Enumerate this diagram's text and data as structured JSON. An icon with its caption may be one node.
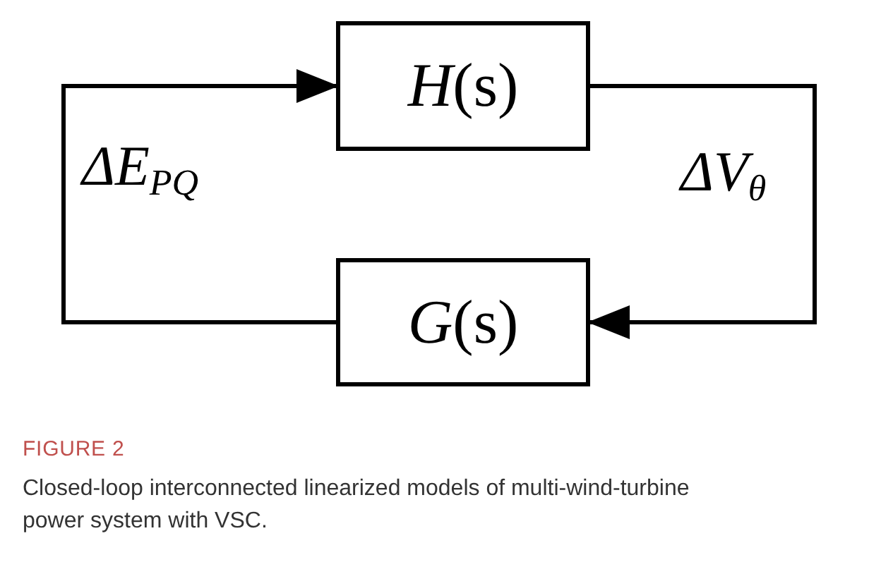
{
  "diagram": {
    "nodes": [
      {
        "text": [
          "*H*(s)"
        ]
      },
      {
        "text": [
          "*G*(s)"
        ]
      }
    ],
    "edges": [
      {
        "from": 0,
        "to": 1,
        "arrow": "to",
        "label": "ΔV$_{θ}$"
      },
      {
        "from": 1,
        "to": 0,
        "arrow": "to",
        "label": "ΔE$_{PQ}$"
      }
    ],
    "labels": [
      "FIGURE 2"
    ],
    "caption": "Closed-loop interconnected linearized models of multi-wind-turbine power system with VSC."
  }
}
